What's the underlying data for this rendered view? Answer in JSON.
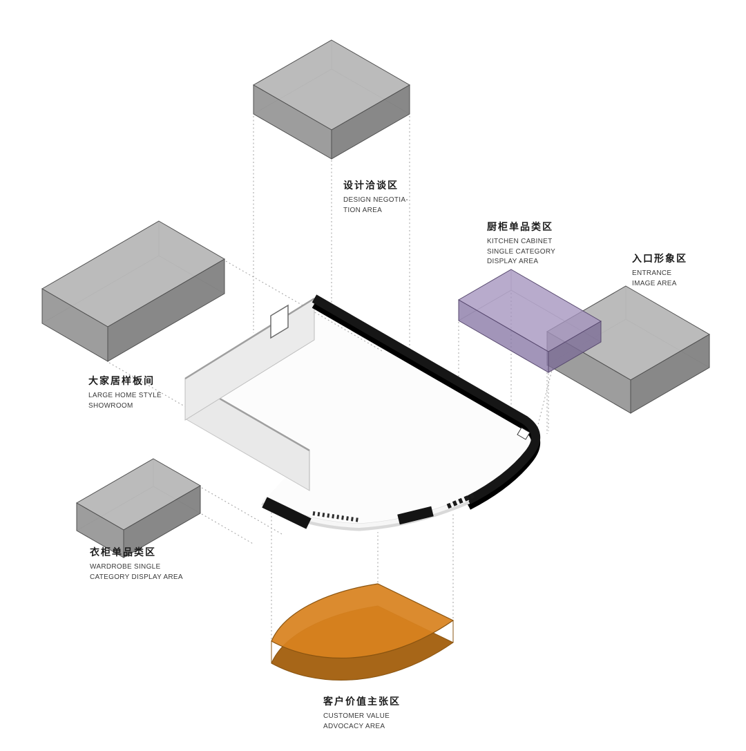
{
  "labels": {
    "design": {
      "zh": "设计洽谈区",
      "en1": "DESIGN NEGOTIA-",
      "en2": "TION AREA"
    },
    "kitchen": {
      "zh": "厨柜单品类区",
      "en1": "KITCHEN CABINET",
      "en2": "SINGLE CATEGORY",
      "en3": "DISPLAY AREA"
    },
    "entrance": {
      "zh": "入口形象区",
      "en1": "ENTRANCE",
      "en2": "IMAGE AREA"
    },
    "largeHome": {
      "zh": "大家居样板间",
      "en1": "LARGE HOME STYLE",
      "en2": "SHOWROOM"
    },
    "wardrobe": {
      "zh": "衣柜单品类区",
      "en1": "WARDROBE SINGLE",
      "en2": "CATEGORY DISPLAY AREA"
    },
    "customer": {
      "zh": "客户价值主张区",
      "en1": "CUSTOMER VALUE",
      "en2": "ADVOCACY AREA"
    }
  },
  "colors": {
    "boxTop": "#b4b4b4",
    "boxLeft": "#959595",
    "boxRight": "#7e7e7e",
    "boxStroke": "#4f4f4f",
    "purpleTop": "#a494be",
    "purpleLeft": "#8b7aa7",
    "purpleRight": "#7d6e97",
    "purpleStroke": "#57486e",
    "orangeTop": "#d8821f",
    "orangeDark": "#a3600f",
    "orangeStroke": "#8a5410",
    "wallBlack": "#161616",
    "wallFace": "#ebebeb",
    "wallEdge": "#bdbdbd",
    "dash": "#a8a8a8",
    "hiddenEdge": "#8c8c8c"
  }
}
